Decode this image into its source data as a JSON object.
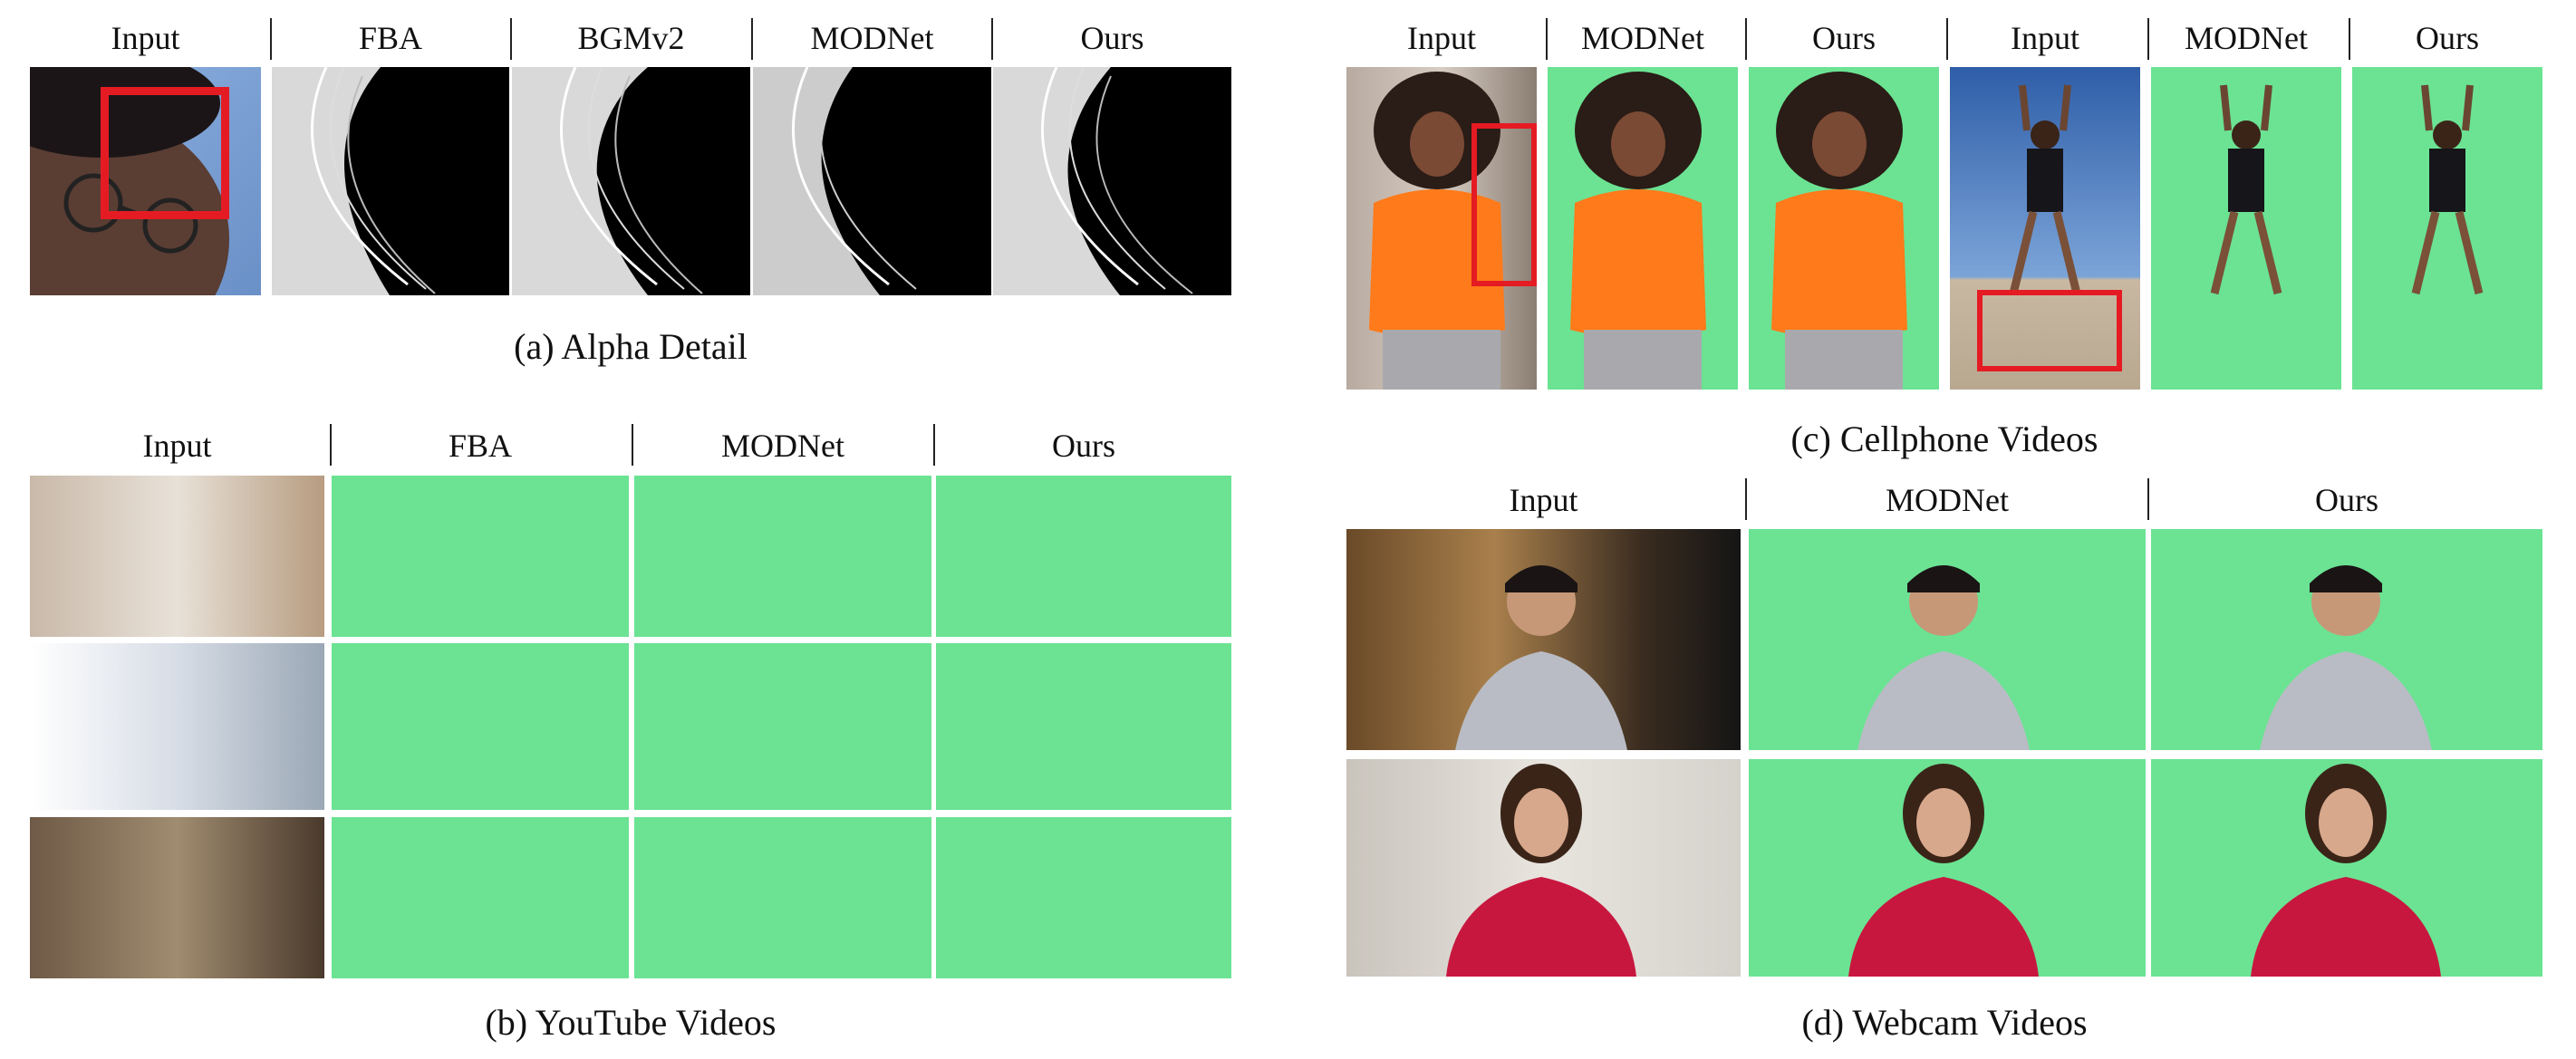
{
  "panel_a": {
    "headers": [
      "Input",
      "FBA",
      "BGMv2",
      "MODNet",
      "Ours"
    ],
    "caption": "(a) Alpha Detail"
  },
  "panel_b": {
    "headers": [
      "Input",
      "FBA",
      "MODNet",
      "Ours"
    ],
    "caption": "(b) YouTube Videos"
  },
  "panel_c": {
    "headers": [
      "Input",
      "MODNet",
      "Ours",
      "Input",
      "MODNet",
      "Ours"
    ],
    "caption": "(c) Cellphone Videos"
  },
  "panel_d": {
    "headers": [
      "Input",
      "MODNet",
      "Ours"
    ],
    "caption": "(d) Webcam Videos"
  },
  "colors": {
    "green_screen": "#6be393",
    "highlight_box": "#e51b23"
  }
}
